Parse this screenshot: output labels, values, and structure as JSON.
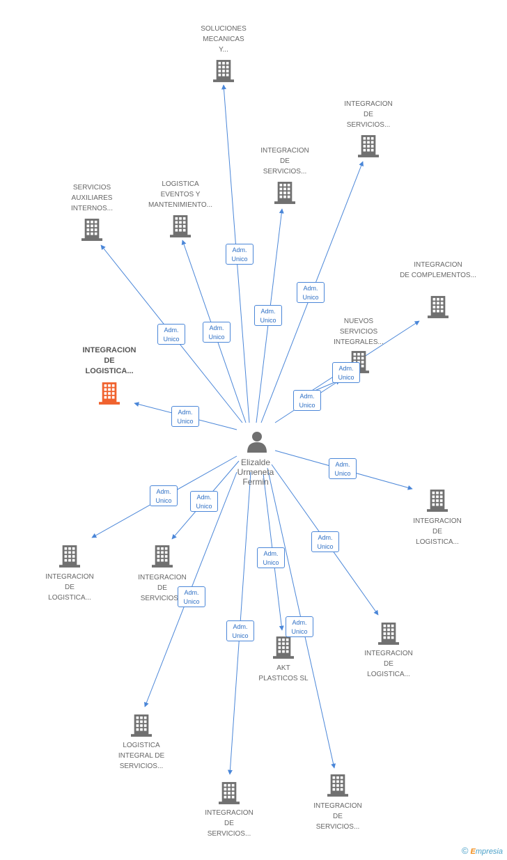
{
  "person": {
    "name": "Elizalde\nUrmeneta\nFermin"
  },
  "companies": [
    {
      "name": "SOLUCIONES\nMECANICAS\nY...",
      "highlight": false
    },
    {
      "name": "INTEGRACION\nDE\nSERVICIOS...",
      "highlight": false
    },
    {
      "name": "INTEGRACION\nDE\nSERVICIOS...",
      "highlight": false
    },
    {
      "name": "SERVICIOS\nAUXILIARES\nINTERNOS...",
      "highlight": false
    },
    {
      "name": "LOGISTICA\nEVENTOS Y\nMANTENIMIENTO...",
      "highlight": false
    },
    {
      "name": "INTEGRACION\nDE COMPLEMENTOS...",
      "highlight": false
    },
    {
      "name": "NUEVOS\nSERVICIOS\nINTEGRALES...",
      "highlight": false
    },
    {
      "name": "INTEGRACION\nDE\nLOGISTICA...",
      "highlight": true
    },
    {
      "name": "INTEGRACION\nDE\nLOGISTICA...",
      "highlight": false
    },
    {
      "name": "INTEGRACION\nDE\nLOGISTICA...",
      "highlight": false
    },
    {
      "name": "INTEGRACION\nDE\nSERVICIOS...",
      "highlight": false
    },
    {
      "name": "INTEGRACION\nDE\nLOGISTICA...",
      "highlight": false
    },
    {
      "name": "AKT\nPLASTICOS SL",
      "highlight": false
    },
    {
      "name": "LOGISTICA\nINTEGRAL DE\nSERVICIOS...",
      "highlight": false
    },
    {
      "name": "INTEGRACION\nDE\nSERVICIOS...",
      "highlight": false
    },
    {
      "name": "INTEGRACION\nDE\nSERVICIOS...",
      "highlight": false
    }
  ],
  "edge_label": "Adm.\nUnico",
  "colors": {
    "edge": "#4a86d8",
    "building": "#707070",
    "building_highlight": "#f0622e",
    "person": "#707070"
  },
  "footer": {
    "copyright": "©",
    "brand_e": "E",
    "brand_rest": "mpresia"
  }
}
